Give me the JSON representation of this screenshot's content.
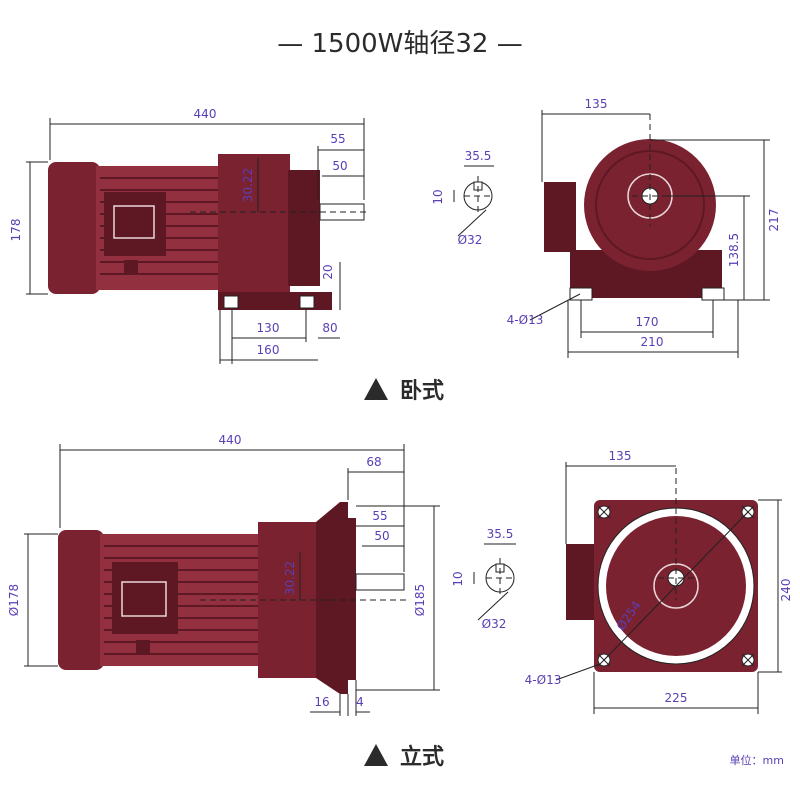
{
  "title": "— 1500W轴径32 —",
  "horizontal": {
    "label": "卧式",
    "dims": {
      "total_length": "440",
      "shaft_55": "55",
      "shaft_50": "50",
      "key_30_22": "30.22",
      "height_178": "178",
      "foot_20": "20",
      "foot_130": "130",
      "foot_80": "80",
      "foot_160": "160",
      "front_135": "135",
      "key_width": "35.5",
      "key_10": "10",
      "shaft_dia": "Ø32",
      "height_217": "217",
      "height_138_5": "138.5",
      "holes": "4-Ø13",
      "base_170": "170",
      "base_210": "210"
    }
  },
  "vertical": {
    "label": "立式",
    "dims": {
      "total_length": "440",
      "flange_68": "68",
      "shaft_55": "55",
      "shaft_50": "50",
      "key_30_22": "30.22",
      "dia_178": "Ø178",
      "dia_185": "Ø185",
      "flange_16": "16",
      "flange_4": "4",
      "front_135": "135",
      "key_width": "35.5",
      "key_10": "10",
      "shaft_dia": "Ø32",
      "pcd_254": "Ø254",
      "holes": "4-Ø13",
      "square_225": "225",
      "square_240": "240"
    }
  },
  "unit_label": "单位：mm",
  "colors": {
    "body": "#7a2230",
    "dimension": "#5a3fb5"
  }
}
